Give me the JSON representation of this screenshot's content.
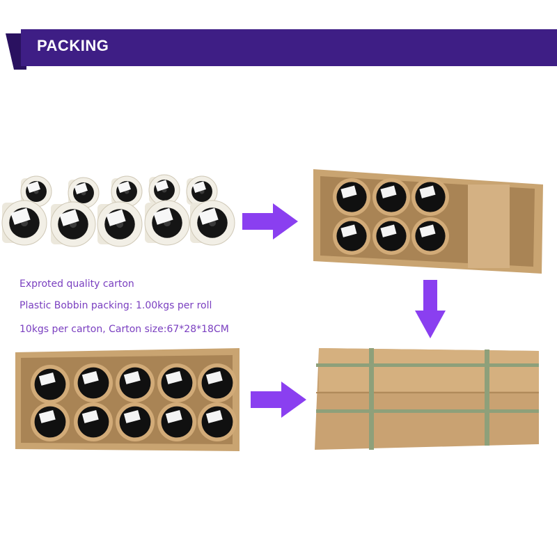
{
  "header": {
    "title": "PACKING"
  },
  "captions": [
    "Exproted quality carton",
    "Plastic Bobbin packing: 1.00kgs per roll",
    "10kgs per carton, Carton size:67*28*18CM"
  ],
  "colors": {
    "banner": "#3e1e85",
    "banner_fold": "#2a1160",
    "arrow": "#8a3ff0",
    "caption_text": "#7a3fc0",
    "cardboard": "#c7a06f",
    "tape": "#8ea07a"
  },
  "steps": [
    {
      "name": "bobbins-photo"
    },
    {
      "name": "open-carton-photo"
    },
    {
      "name": "full-carton-photo"
    },
    {
      "name": "sealed-carton-photo"
    }
  ],
  "arrows": [
    "arrow-right",
    "arrow-down",
    "arrow-right"
  ]
}
